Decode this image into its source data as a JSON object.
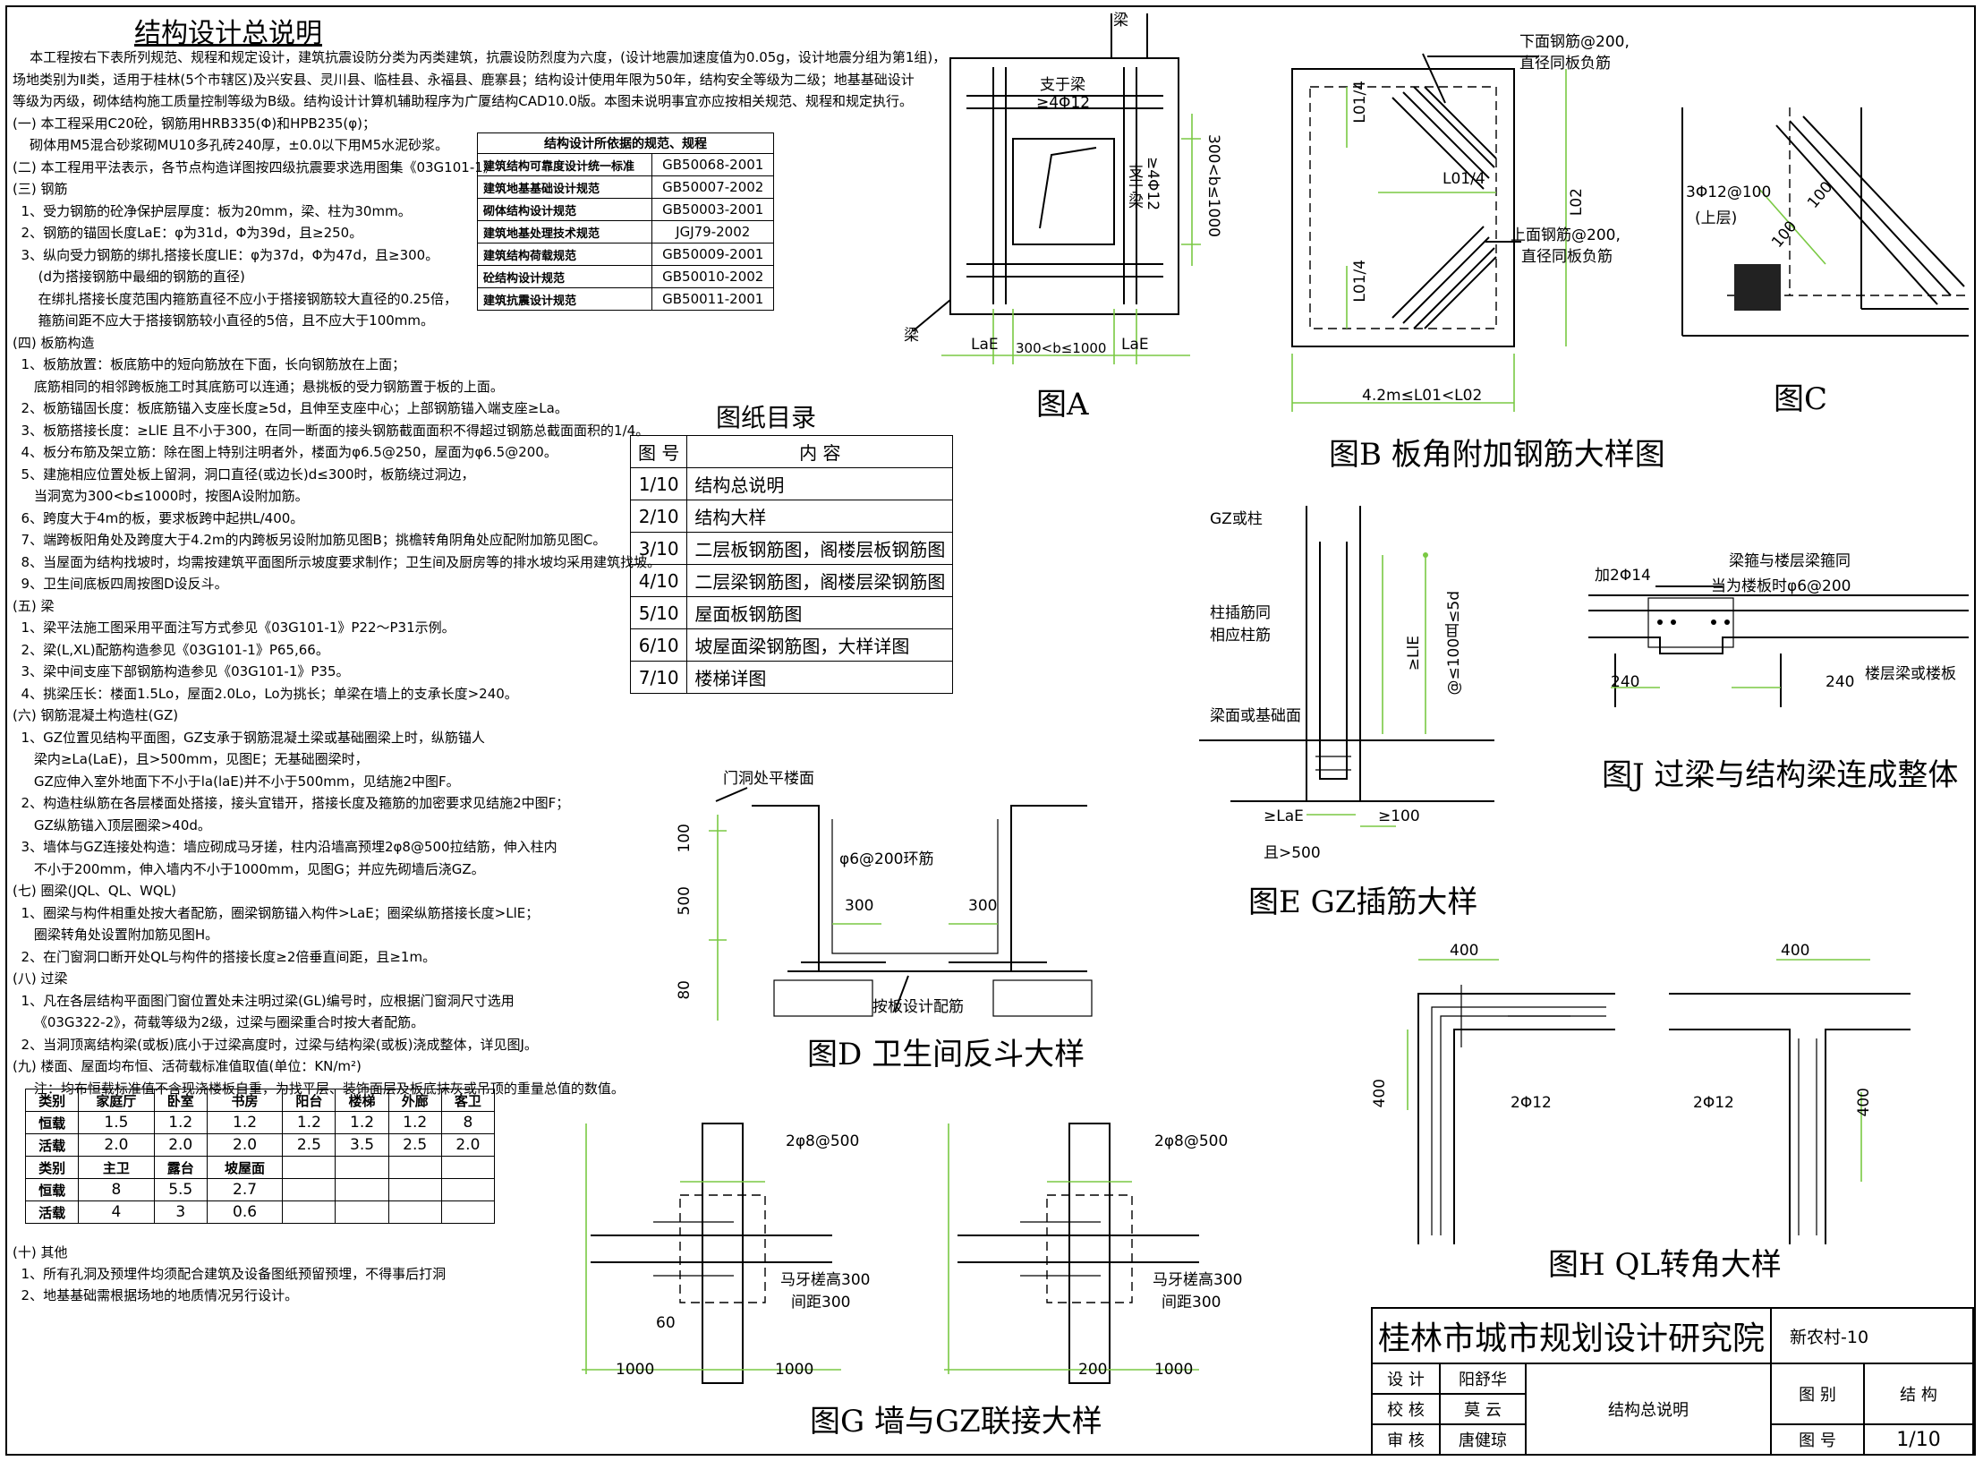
{
  "header": {
    "title": "结构设计总说明"
  },
  "notes": [
    "    本工程按右下表所列规范、规程和规定设计，建筑抗震设防分类为丙类建筑，抗震设防烈度为六度，(设计地震加速度值为0.05g，设计地震分组为第1组)，",
    "场地类别为Ⅱ类，适用于桂林(5个市辖区)及兴安县、灵川县、临桂县、永福县、鹿寨县；结构设计使用年限为50年，结构安全等级为二级；地基基础设计",
    "等级为丙级，砌体结构施工质量控制等级为B级。结构设计计算机辅助程序为广厦结构CAD10.0版。本图未说明事宜亦应按相关规范、规程和规定执行。",
    "(一) 本工程采用C20砼，钢筋用HRB335(Φ)和HPB235(φ)；",
    "    砌体用M5混合砂浆砌MU10多孔砖240厚，±0.0以下用M5水泥砂浆。",
    "(二) 本工程用平法表示，各节点构造详图按四级抗震要求选用图集《03G101-1》",
    "(三) 钢筋",
    "  1、受力钢筋的砼净保护层厚度：板为20mm，梁、柱为30mm。",
    "  2、钢筋的锚固长度LaE：φ为31d，Φ为39d，且≥250。",
    "  3、纵向受力钢筋的绑扎搭接长度LlE：φ为37d，Φ为47d，且≥300。",
    "      (d为搭接钢筋中最细的钢筋的直径)",
    "      在绑扎搭接长度范围内箍筋直径不应小于搭接钢筋较大直径的0.25倍，",
    "      箍筋间距不应大于搭接钢筋较小直径的5倍，且不应大于100mm。",
    "(四) 板筋构造",
    "  1、板筋放置：板底筋中的短向筋放在下面，长向钢筋放在上面；",
    "     底筋相同的相邻跨板施工时其底筋可以连通；悬挑板的受力钢筋置于板的上面。",
    "  2、板筋锚固长度：板底筋锚入支座长度≥5d，且伸至支座中心；上部钢筋锚入端支座≥La。",
    "  3、板筋搭接长度：≥LlE 且不小于300，在同一断面的接头钢筋截面面积不得超过钢筋总截面面积的1/4。",
    "  4、板分布筋及架立筋：除在图上特别注明者外，楼面为φ6.5@250，屋面为φ6.5@200。",
    "  5、建施相应位置处板上留洞，洞口直径(或边长)d≤300时，板筋绕过洞边，",
    "     当洞宽为300<b≤1000时，按图A设附加筋。",
    "  6、跨度大于4m的板，要求板跨中起拱L/400。",
    "  7、端跨板阳角处及跨度大于4.2m的内跨板另设附加筋见图B；挑檐转角阴角处应配附加筋见图C。",
    "  8、当屋面为结构找坡时，均需按建筑平面图所示坡度要求制作；卫生间及厨房等的排水坡均采用建筑找坡。",
    "  9、卫生间底板四周按图D设反斗。",
    "(五) 梁",
    "  1、梁平法施工图采用平面注写方式参见《03G101-1》P22～P31示例。",
    "  2、梁(L,XL)配筋构造参见《03G101-1》P65,66。",
    "  3、梁中间支座下部钢筋构造参见《03G101-1》P35。",
    "  4、挑梁压长：楼面1.5Lo，屋面2.0Lo，Lo为挑长；单梁在墙上的支承长度>240。",
    "(六) 钢筋混凝土构造柱(GZ)",
    "  1、GZ位置见结构平面图，GZ支承于钢筋混凝土梁或基础圈梁上时，纵筋锚人",
    "     梁内≥La(LaE)，且>500mm，见图E；无基础圈梁时，",
    "     GZ应伸入室外地面下不小于la(laE)并不小于500mm，见结施2中图F。",
    "  2、构造柱纵筋在各层楼面处搭接，接头宜错开，搭接长度及箍筋的加密要求见结施2中图F；",
    "     GZ纵筋锚入顶层圈梁>40d。",
    "  3、墙体与GZ连接处构造：墙应砌成马牙搓，柱内沿墙高预埋2φ8@500拉结筋，伸入柱内",
    "     不小于200mm，伸入墙内不小于1000mm，见图G；并应先砌墙后浇GZ。",
    "(七) 圈梁(JQL、QL、WQL)",
    "  1、圈梁与构件相重处按大者配筋，圈梁钢筋锚入构件>LaE；圈梁纵筋搭接长度>LlE；",
    "     圈梁转角处设置附加筋见图H。",
    "  2、在门窗洞口断开处QL与构件的搭接长度≥2倍垂直间距，且≥1m。",
    "(八) 过梁",
    "  1、凡在各层结构平面图门窗位置处未注明过梁(GL)编号时，应根据门窗洞尺寸选用",
    "     《03G322-2》，荷载等级为2级，过梁与圈梁重合时按大者配筋。",
    "  2、当洞顶离结构梁(或板)底小于过梁高度时，过梁与结构梁(或板)浇成整体，详见图J。",
    "(九) 楼面、屋面均布恒、活荷载标准值取值(单位：KN/m²)",
    "     注：均布恒载标准值不含现浇楼板自重，为找平层、装饰面层及板底抹灰或吊顶的重量总值的数值。"
  ],
  "loads": {
    "header1": [
      "类别",
      "家庭厅",
      "卧室",
      "书房",
      "阳台",
      "楼梯",
      "外廊",
      "客卫"
    ],
    "dead1": [
      "恒载",
      "1.5",
      "1.2",
      "1.2",
      "1.2",
      "1.2",
      "1.2",
      "8"
    ],
    "live1": [
      "活载",
      "2.0",
      "2.0",
      "2.0",
      "2.5",
      "3.5",
      "2.5",
      "2.0"
    ],
    "header2": [
      "类别",
      "主卫",
      "露台",
      "坡屋面"
    ],
    "dead2": [
      "恒载",
      "8",
      "5.5",
      "2.7"
    ],
    "live2": [
      "活载",
      "4",
      "3",
      "0.6"
    ]
  },
  "other_notes": [
    "(十) 其他",
    "  1、所有孔洞及预埋件均须配合建筑及设备图纸预留预埋，不得事后打洞",
    "  2、地基基础需根据场地的地质情况另行设计。"
  ],
  "standards": {
    "title": "结构设计所依据的规范、规程",
    "rows": [
      [
        "建筑结构可靠度设计统一标准",
        "GB50068-2001"
      ],
      [
        "建筑地基基础设计规范",
        "GB50007-2002"
      ],
      [
        "砌体结构设计规范",
        "GB50003-2001"
      ],
      [
        "建筑地基处理技术规范",
        "JGJ79-2002"
      ],
      [
        "建筑结构荷载规范",
        "GB50009-2001"
      ],
      [
        "砼结构设计规范",
        "GB50010-2002"
      ],
      [
        "建筑抗震设计规范",
        "GB50011-2001"
      ]
    ]
  },
  "drawing_index": {
    "title": "图纸目录",
    "col_no": "图  号",
    "col_content": "内      容",
    "rows": [
      [
        "1/10",
        "结构总说明"
      ],
      [
        "2/10",
        "结构大样"
      ],
      [
        "3/10",
        "二层板钢筋图，阁楼层板钢筋图"
      ],
      [
        "4/10",
        "二层梁钢筋图，阁楼层梁钢筋图"
      ],
      [
        "5/10",
        "屋面板钢筋图"
      ],
      [
        "6/10",
        "坡屋面梁钢筋图，大样详图"
      ],
      [
        "7/10",
        "楼梯详图"
      ]
    ]
  },
  "figA": {
    "caption": "图A",
    "beam_top": "梁",
    "beam_left": "梁",
    "support_beam": "支于梁",
    "bars_top": "≥4Φ12",
    "bars_side1": "支于梁",
    "bars_side2": "≥4Φ12",
    "dim_v": "300<b≤1000",
    "dim_l": "LaE",
    "dim_m": "300<b≤1000",
    "dim_r": "LaE"
  },
  "figB": {
    "caption": "图B 板角附加钢筋大样图",
    "top_note1": "下面钢筋@200,",
    "top_note2": "直径同板负筋",
    "bot_note1": "上面钢筋@200,",
    "bot_note2": "直径同板负筋",
    "l1": "L01/4",
    "l2": "L01/4",
    "l3": "L01/4",
    "l4": "L02",
    "dim": "4.2m≤L01<L02"
  },
  "figC": {
    "caption": "图C",
    "note1": "3Φ12@100",
    "note2": "(上层)",
    "d1": "100",
    "d2": "100"
  },
  "figD": {
    "caption": "图D 卫生间反斗大样",
    "note_top": "门洞处平楼面",
    "ring": "φ6@200环筋",
    "d300a": "300",
    "d300b": "300",
    "d100": "100",
    "d500": "500",
    "d80": "80",
    "note_bot": "按板设计配筋"
  },
  "figE": {
    "caption": "图E GZ插筋大样",
    "gz": "GZ或柱",
    "n1": "柱插筋同",
    "n2": "相应柱筋",
    "n3": "梁面或基础面",
    "v1": "≥LlE",
    "v2": "@≤100且≤5d",
    "d1": "≥LaE",
    "d2": "≥100",
    "d3": "且>500"
  },
  "figG": {
    "caption": "图G 墙与GZ联接大样",
    "bars": "2φ8@500",
    "tooth": "马牙槎高300",
    "spacing": "间距300",
    "d1000": "1000",
    "d200": "200",
    "d60": "60"
  },
  "figH": {
    "caption": "图H QL转角大样",
    "d400": "400",
    "bars": "2Φ12"
  },
  "figJ": {
    "caption": "图J 过梁与结构梁连成整体",
    "add": "加2Φ14",
    "n1": "梁箍与楼层梁箍同",
    "n2": "当为楼板时φ6@200",
    "d240": "240",
    "n3": "楼层梁或楼板"
  },
  "title_block": {
    "institute": "桂林市城市规划设计研究院",
    "project": "新农村-10",
    "rows": [
      [
        "设  计",
        "阳舒华"
      ],
      [
        "校  核",
        "莫  云"
      ],
      [
        "审  核",
        "唐健琼"
      ]
    ],
    "drawing_name": "结构总说明",
    "category_label": "图 别",
    "category": "结  构",
    "number_label": "图 号",
    "number": "1/10"
  },
  "colors": {
    "line": "#000000",
    "dimension": "#7ac943"
  }
}
